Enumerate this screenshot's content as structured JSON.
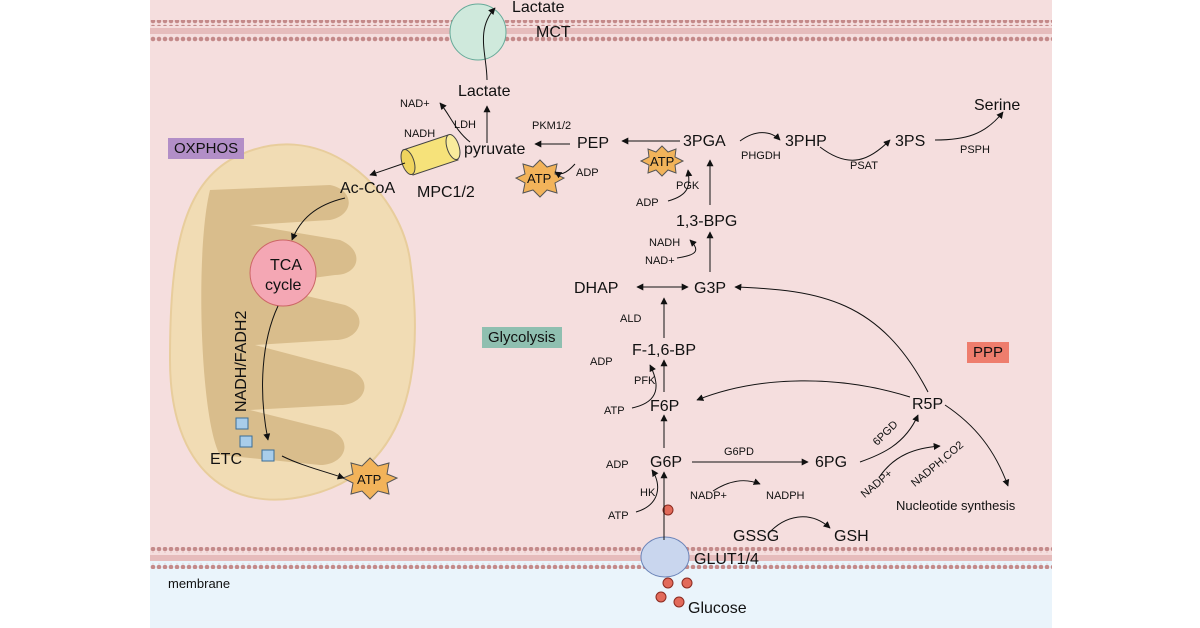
{
  "labels": {
    "lactate_out": "Lactate",
    "mct": "MCT",
    "lactate": "Lactate",
    "nad_plus": "NAD+",
    "ldh": "LDH",
    "nadh": "NADH",
    "pyruvate": "pyruvate",
    "mpc": "MPC1/2",
    "ac_coa": "Ac-CoA",
    "pkm": "PKM1/2",
    "pep": "PEP",
    "adp_pk": "ADP",
    "atp": "ATP",
    "pga3": "3PGA",
    "php3": "3PHP",
    "ps3": "3PS",
    "serine": "Serine",
    "phgdh": "PHGDH",
    "psat": "PSAT",
    "psph": "PSPH",
    "pgk": "PGK",
    "adp_pgk": "ADP",
    "bpg": "1,3-BPG",
    "nadh_g3p": "NADH",
    "nad_g3p": "NAD+",
    "dhap": "DHAP",
    "g3p": "G3P",
    "ald": "ALD",
    "f16bp": "F-1,6-BP",
    "adp_pfk": "ADP",
    "pfk": "PFK",
    "atp_pfk": "ATP",
    "f6p": "F6P",
    "r5p": "R5P",
    "pgd6": "6PGD",
    "g6p": "G6P",
    "g6pd": "G6PD",
    "pg6": "6PG",
    "adp_hk": "ADP",
    "hk": "HK",
    "atp_hk": "ATP",
    "nadp_g6pd": "NADP+",
    "nadph_g6pd": "NADPH",
    "nadp_6pg": "NADP+",
    "nadph_co2": "NADPH,CO2",
    "nucleotide": "Nucleotide synthesis",
    "gssg": "GSSG",
    "gsh": "GSH",
    "glut": "GLUT1/4",
    "glucose": "Glucose",
    "membrane": "membrane",
    "tca": "TCA",
    "cycle": "cycle",
    "nadh_fadh2": "NADH/FADH2",
    "etc": "ETC"
  },
  "boxes": {
    "oxphos": "OXPHOS",
    "glycolysis": "Glycolysis",
    "ppp": "PPP"
  },
  "colors": {
    "cytoplasm": "#f5dede",
    "extracellular": "#eaf4fb",
    "membrane_bead": "#c48a8a",
    "mito_outer": "#f1dcb4",
    "mito_inner": "#d9bd8c",
    "tca": "#f4a7b4",
    "atp_star": "#f2b35a",
    "oxphos_box": "#b28ec7",
    "glycolysis_box": "#8fbfb0",
    "ppp_box": "#ee7d6d",
    "mct": "#cfe9dc",
    "glut": "#c9d6ee",
    "mpc": "#f6e27a",
    "glucose": "#e26a5a",
    "etc_box": "#a9cdea"
  }
}
